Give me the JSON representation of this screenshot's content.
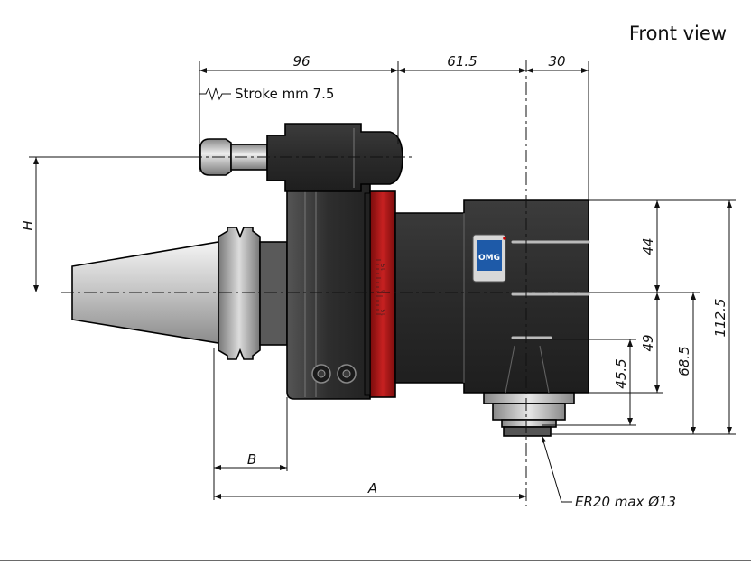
{
  "title": "Front view",
  "stroke_label": "Stroke mm 7.5",
  "dimensions": {
    "d96": "96",
    "d61_5": "61.5",
    "d30": "30",
    "H": "H",
    "B": "B",
    "A": "A",
    "d44": "44",
    "d49": "49",
    "d45_5": "45.5",
    "d68_5": "68.5",
    "d112_5": "112.5"
  },
  "collet_note": "ER20 max Ø13",
  "scale_ticks": [
    "15",
    "0",
    "15"
  ],
  "colors": {
    "body_dark": "#2a2a2a",
    "body_mid": "#444444",
    "red_ring": "#b41a1a",
    "steel_light": "#dcdcdc"
  },
  "logo_text": "OMG"
}
